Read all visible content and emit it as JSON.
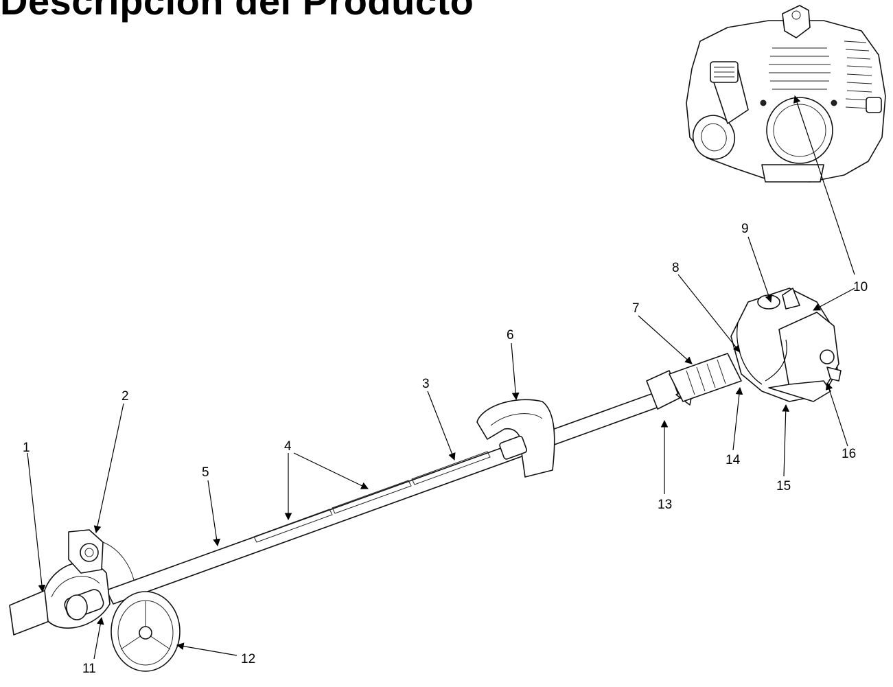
{
  "title": "Descripción del Producto",
  "callouts": [
    "1",
    "2",
    "3",
    "4",
    "5",
    "6",
    "7",
    "8",
    "9",
    "10",
    "11",
    "12",
    "13",
    "14",
    "15",
    "16"
  ],
  "colors": {
    "ink": "#000000",
    "background": "#ffffff"
  }
}
